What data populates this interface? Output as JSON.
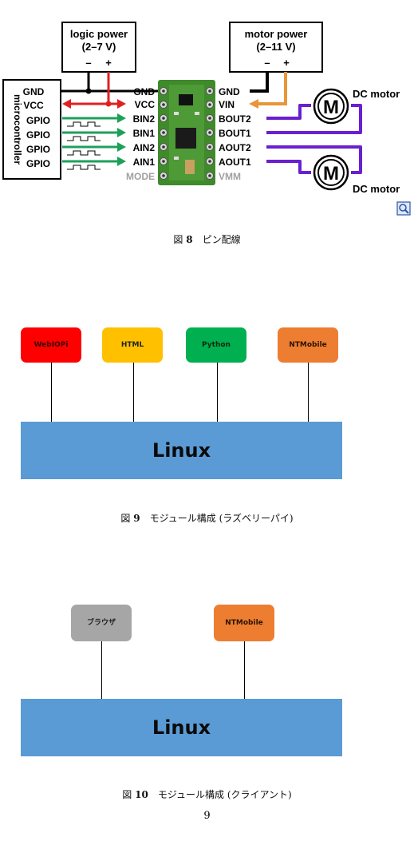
{
  "figure8": {
    "logic_power": {
      "title": "logic power",
      "range": "(2–7 V)",
      "minus": "–",
      "plus": "+"
    },
    "motor_power": {
      "title": "motor power",
      "range": "(2–11 V)",
      "minus": "–",
      "plus": "+"
    },
    "microcontroller": {
      "label": "microcontroller",
      "pins": [
        "GND",
        "VCC",
        "GPIO",
        "GPIO",
        "GPIO",
        "GPIO"
      ]
    },
    "driver_left_pins": [
      "GND",
      "VCC",
      "BIN2",
      "BIN1",
      "AIN2",
      "AIN1",
      "MODE"
    ],
    "driver_right_pins": [
      "GND",
      "VIN",
      "BOUT2",
      "BOUT1",
      "AOUT2",
      "AOUT1",
      "VMM"
    ],
    "motor_label": "M",
    "dc_motor_top": "DC motor",
    "dc_motor_bottom": "DC motor",
    "caption_prefix": "図 ",
    "caption_num": "8",
    "caption_text": "ピン配線"
  },
  "figure9": {
    "modules": [
      "WebIOPi",
      "HTML",
      "Python",
      "NTMobile"
    ],
    "base": "Linux",
    "caption_prefix": "図 ",
    "caption_num": "9",
    "caption_text": "モジュール構成 (ラズベリーパイ)"
  },
  "figure10": {
    "modules": [
      "ブラウザ",
      "NTMobile"
    ],
    "base": "Linux",
    "caption_prefix": "図 ",
    "caption_num": "10",
    "caption_text": "モジュール構成 (クライアント)"
  },
  "page_number": "9",
  "colors": {
    "red": "#e02020",
    "orange": "#e8963a",
    "green": "#1ea05a",
    "purple": "#6a1fd0",
    "webiopi": "#ff0000",
    "html": "#ffc000",
    "python": "#00b050",
    "ntmobile": "#ed7d31",
    "browser": "#a6a6a6",
    "linux": "#5b9bd5"
  }
}
